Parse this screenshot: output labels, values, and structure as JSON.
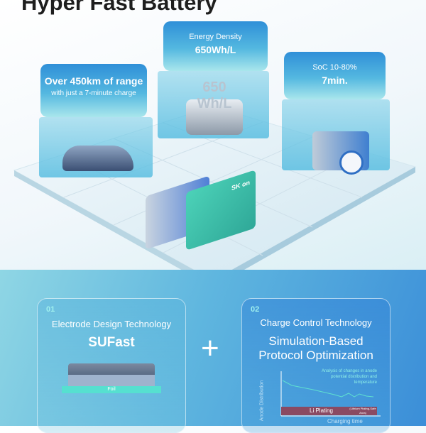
{
  "title": "Hyper Fast Battery",
  "cards": [
    {
      "headline": "Over 450km of range",
      "sub": "with just a 7-minute charge"
    },
    {
      "label": "Energy Density",
      "value": "650Wh/L",
      "graphic_text": "650 Wh/L"
    },
    {
      "label": "SoC 10-80%",
      "value": "7min."
    }
  ],
  "battery_logo": "SK on",
  "panels": [
    {
      "num": "01",
      "label": "Electrode Design Technology",
      "title": "SUFast",
      "foil_label": "Foil"
    },
    {
      "num": "02",
      "label": "Charge Control Technology",
      "title_line1": "Simulation-Based",
      "title_line2": "Protocol Optimization",
      "chart": {
        "annotation": "Analysis of changes in anode potential distribution and temperature",
        "ylabel": "Anode Distribution",
        "xlabel": "Charging time",
        "bar_label": "Li Plating",
        "safe_label": "(Lithium Plating-Safe Area)"
      }
    }
  ],
  "plus_symbol": "+"
}
